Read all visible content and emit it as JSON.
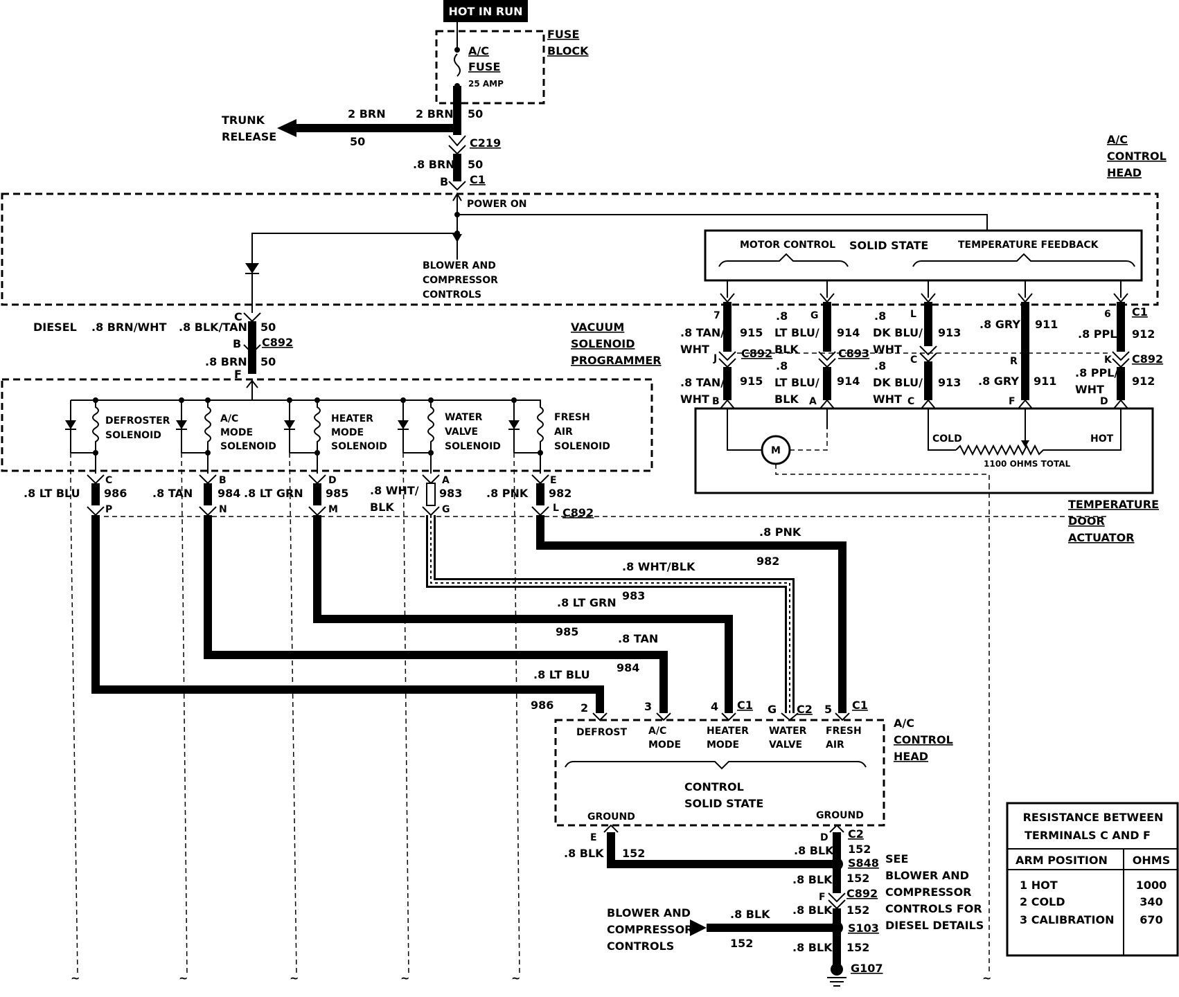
{
  "top": {
    "hot_in_run": "HOT IN RUN",
    "fuse_block": [
      "FUSE",
      "BLOCK"
    ],
    "fuse": [
      "A/C",
      "FUSE",
      "25 AMP"
    ],
    "trunk_release": [
      "TRUNK",
      "RELEASE"
    ],
    "trunk_wire_left": "2 BRN",
    "trunk_wire_num": "50",
    "fuse_wire": "2 BRN",
    "fuse_wire_num": "50",
    "c219": "C219",
    "brn_wire": ".8 BRN",
    "brn_num": "50",
    "c1_b_pin": "B",
    "c1": "C1",
    "power_on": "POWER ON",
    "blower": [
      "BLOWER AND",
      "COMPRESSOR",
      "CONTROLS"
    ]
  },
  "control_head_top": [
    "A/C",
    "CONTROL",
    "HEAD"
  ],
  "solid_state_box": {
    "motor_control": "MOTOR CONTROL",
    "solid_state": "SOLID STATE",
    "temp_feedback": "TEMPERATURE FEEDBACK"
  },
  "vacuum_feed": {
    "diesel": "DIESEL",
    "brn_wht": ".8 BRN/WHT",
    "blk_tan": ".8 BLK/TAN",
    "c_pin": "C",
    "num50a": "50",
    "b_pin": "B",
    "c892": "C892",
    "brn": ".8 BRN",
    "num50b": "50",
    "f_pin": "F"
  },
  "vacuum_programmer": [
    "VACUUM",
    "SOLENOID",
    "PROGRAMMER"
  ],
  "solenoids": [
    {
      "name": [
        "DEFROSTER",
        "SOLENOID"
      ]
    },
    {
      "name": [
        "A/C",
        "MODE",
        "SOLENOID"
      ]
    },
    {
      "name": [
        "HEATER",
        "MODE",
        "SOLENOID"
      ]
    },
    {
      "name": [
        "WATER",
        "VALVE",
        "SOLENOID"
      ]
    },
    {
      "name": [
        "FRESH",
        "AIR",
        "SOLENOID"
      ]
    }
  ],
  "solenoid_wires": [
    {
      "color": ".8 LT BLU",
      "num": "986",
      "pin_top": "C",
      "pin_bottom": "P"
    },
    {
      "color": ".8 TAN",
      "num": "984",
      "pin_top": "B",
      "pin_bottom": "N"
    },
    {
      "color": ".8 LT GRN",
      "num": "985",
      "pin_top": "D",
      "pin_bottom": "M"
    },
    {
      "color": ".8 WHT/",
      "color2": "BLK",
      "num": "983",
      "pin_top": "A",
      "pin_bottom": "G"
    },
    {
      "color": ".8 PNK",
      "num": "982",
      "pin_top": "E",
      "pin_bottom": "L"
    }
  ],
  "c892_label": "C892",
  "route_labels": {
    "pnk": ".8 PNK",
    "pnk_num": "982",
    "wht_blk": ".8 WHT/BLK",
    "wht_num": "983",
    "lt_grn": ".8 LT GRN",
    "grn_num": "985",
    "tan": ".8 TAN",
    "tan_num": "984",
    "lt_blu": ".8 LT BLU",
    "blu_num": "986"
  },
  "actuator_wires": [
    {
      "top_pin": "7",
      "color": [
        ".8 TAN/",
        "WHT"
      ],
      "num": "915",
      "mid_pin": "J",
      "conn": "C892",
      "color2": [
        ".8 TAN/",
        "WHT"
      ],
      "num2": "915",
      "bot_pin": "B"
    },
    {
      "top_pin": "G",
      "color": [
        ".8",
        "LT BLU/",
        "BLK"
      ],
      "num": "914",
      "conn": "C893",
      "color2": [
        ".8",
        "LT BLU/",
        "BLK"
      ],
      "num2": "914",
      "bot_pin": "A"
    },
    {
      "top_pin": "L",
      "color": [
        ".8",
        "DK BLU/",
        "WHT"
      ],
      "num": "913",
      "mid_pin": "C",
      "color2": [
        ".8",
        "DK BLU/",
        "WHT"
      ],
      "num2": "913",
      "bot_pin": "C"
    },
    {
      "color": [
        ".8 GRY"
      ],
      "num": "911",
      "mid_pin": "R",
      "color2": [
        ".8 GRY"
      ],
      "num2": "911",
      "bot_pin": "F"
    },
    {
      "top_pin": "6",
      "top_conn": "C1",
      "color": [
        ".8 PPL"
      ],
      "num": "912",
      "mid_pin": "K",
      "conn": "C892",
      "color2": [
        ".8 PPL/",
        "WHT"
      ],
      "num2": "912",
      "bot_pin": "D"
    }
  ],
  "actuator": {
    "cold": "COLD",
    "hot": "HOT",
    "motor": "M",
    "ohms_total": "1100 OHMS TOTAL",
    "label": [
      "TEMPERATURE",
      "DOOR",
      "ACTUATOR"
    ]
  },
  "control_head_bottom": {
    "pins": [
      "2",
      "3",
      "4",
      "C1",
      "G",
      "C2",
      "5",
      "C1"
    ],
    "terminals": [
      [
        "DEFROST"
      ],
      [
        "A/C",
        "MODE"
      ],
      [
        "HEATER",
        "MODE"
      ],
      [
        "WATER",
        "VALVE"
      ],
      [
        "FRESH",
        "AIR"
      ]
    ],
    "control": [
      "CONTROL",
      "SOLID STATE"
    ],
    "ground_left": "GROUND",
    "ground_right": "GROUND",
    "label": [
      "A/C",
      "CONTROL",
      "HEAD"
    ]
  },
  "ground_circuit": {
    "e_pin": "E",
    "d_pin": "D",
    "c2": "C2",
    "blk_left": ".8 BLK",
    "num_left": "152",
    "blk_d": ".8 BLK",
    "num_d": "152",
    "s848": "S848",
    "blk_2": ".8 BLK",
    "num_2": "152",
    "f_pin": "F",
    "c892": "C892",
    "blk_3": ".8 BLK",
    "num_3": "152",
    "s103": "S103",
    "blk_4": ".8 BLK",
    "num_4": "152",
    "g107": "G107",
    "blower_in": [
      "BLOWER AND",
      "COMPRESSOR",
      "CONTROLS"
    ],
    "blower_blk": ".8 BLK",
    "blower_num": "152",
    "see": [
      "SEE",
      "BLOWER AND",
      "COMPRESSOR",
      "CONTROLS FOR",
      "DIESEL DETAILS"
    ]
  },
  "resistance_table": {
    "title": [
      "RESISTANCE BETWEEN",
      "TERMINALS C AND F"
    ],
    "headers": [
      "ARM POSITION",
      "OHMS"
    ],
    "rows": [
      {
        "position": "1 HOT",
        "ohms": "1000"
      },
      {
        "position": "2 COLD",
        "ohms": "340"
      },
      {
        "position": "3 CALIBRATION",
        "ohms": "670"
      }
    ]
  }
}
